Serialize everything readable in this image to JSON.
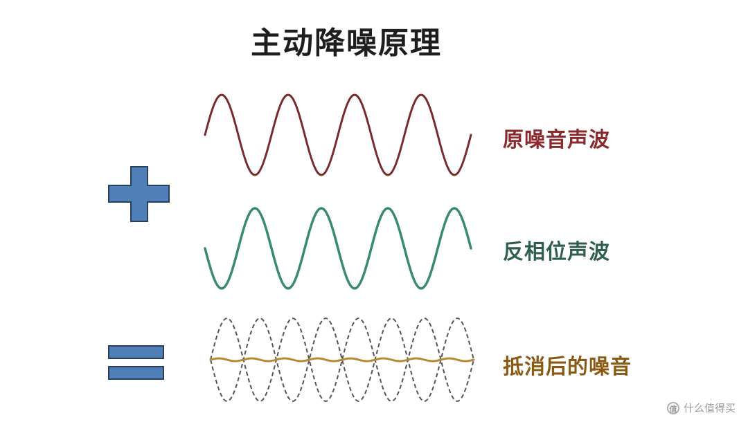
{
  "title": "主动降噪原理",
  "labels": {
    "original_wave": "原噪音声波",
    "inverse_wave": "反相位声波",
    "result": "抵消后的噪音"
  },
  "symbols": {
    "plus": "plus-sign",
    "equals": "equals-sign"
  },
  "colors": {
    "original_wave": "#7a2a2c",
    "inverse_wave": "#3a8a70",
    "result_line": "#b8892e",
    "dashed_wave": "#555555",
    "symbol_fill": "#4f7fb7",
    "symbol_stroke": "#2b3f5c",
    "label_original": "#8b2a2e",
    "label_inverse": "#2f5e50",
    "label_result": "#8a5a12"
  },
  "waves": {
    "cycles": 4,
    "result_cycles": 8
  },
  "watermark": {
    "icon": "值",
    "text": "什么值得买"
  }
}
